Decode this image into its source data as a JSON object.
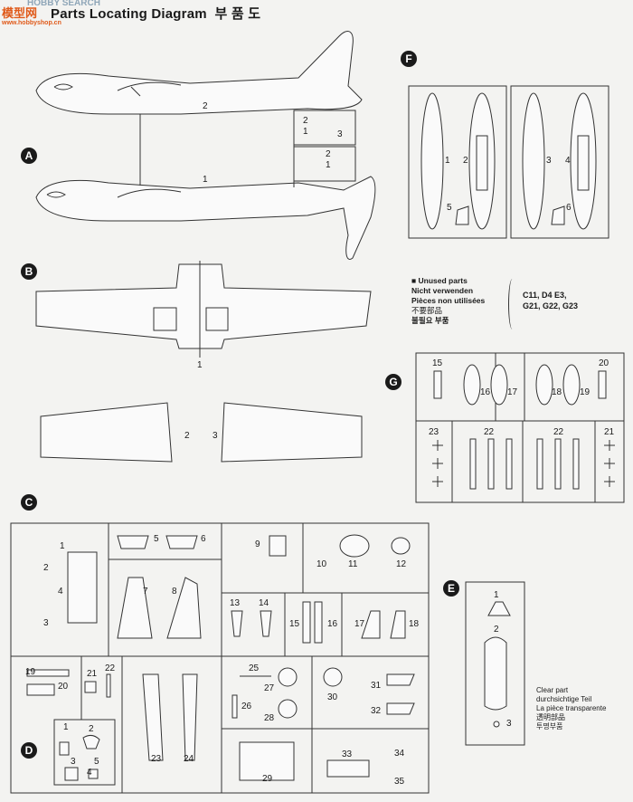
{
  "watermark": {
    "line1": "模型网",
    "line2": "www.hobbyshop.cn",
    "brand": "HOBBY SEARCH"
  },
  "title": {
    "text": "Parts Locating Diagram",
    "korean": "부 품 도"
  },
  "sections": {
    "A": "A",
    "B": "B",
    "C": "C",
    "D": "D",
    "E": "E",
    "F": "F",
    "G": "G"
  },
  "sprue_A": {
    "labels": [
      "2",
      "1",
      "2",
      "1",
      "3",
      "2",
      "1"
    ]
  },
  "sprue_B": {
    "labels": [
      "1",
      "2",
      "3"
    ]
  },
  "sprue_F": {
    "labels": [
      "1",
      "2",
      "3",
      "4",
      "5",
      "6"
    ]
  },
  "sprue_G": {
    "labels": [
      "15",
      "16",
      "17",
      "18",
      "19",
      "20",
      "23",
      "22",
      "22",
      "21"
    ]
  },
  "sprue_C": {
    "labels": [
      "1",
      "2",
      "3",
      "4",
      "5",
      "6",
      "7",
      "8",
      "9",
      "10",
      "11",
      "12",
      "13",
      "14",
      "15",
      "16",
      "17",
      "18",
      "19",
      "20",
      "21",
      "22",
      "23",
      "24",
      "25",
      "26",
      "27",
      "28",
      "29",
      "30",
      "31",
      "32",
      "33",
      "34",
      "35"
    ]
  },
  "sprue_D": {
    "labels": [
      "1",
      "2",
      "3",
      "4",
      "5"
    ]
  },
  "sprue_E": {
    "labels": [
      "1",
      "2",
      "3"
    ]
  },
  "unused": {
    "lines": [
      "■ Unused parts",
      "Nicht verwenden",
      "Pièces non utilisées",
      "不要部品",
      "불필요 부품"
    ],
    "parts": [
      "C11,  D4  E3,",
      "G21,  G22,  G23"
    ]
  },
  "clear_part": {
    "lines": [
      "Clear part",
      "durchsichtige Teil",
      "La pièce transparente",
      "透明部品",
      "투명부품"
    ]
  }
}
